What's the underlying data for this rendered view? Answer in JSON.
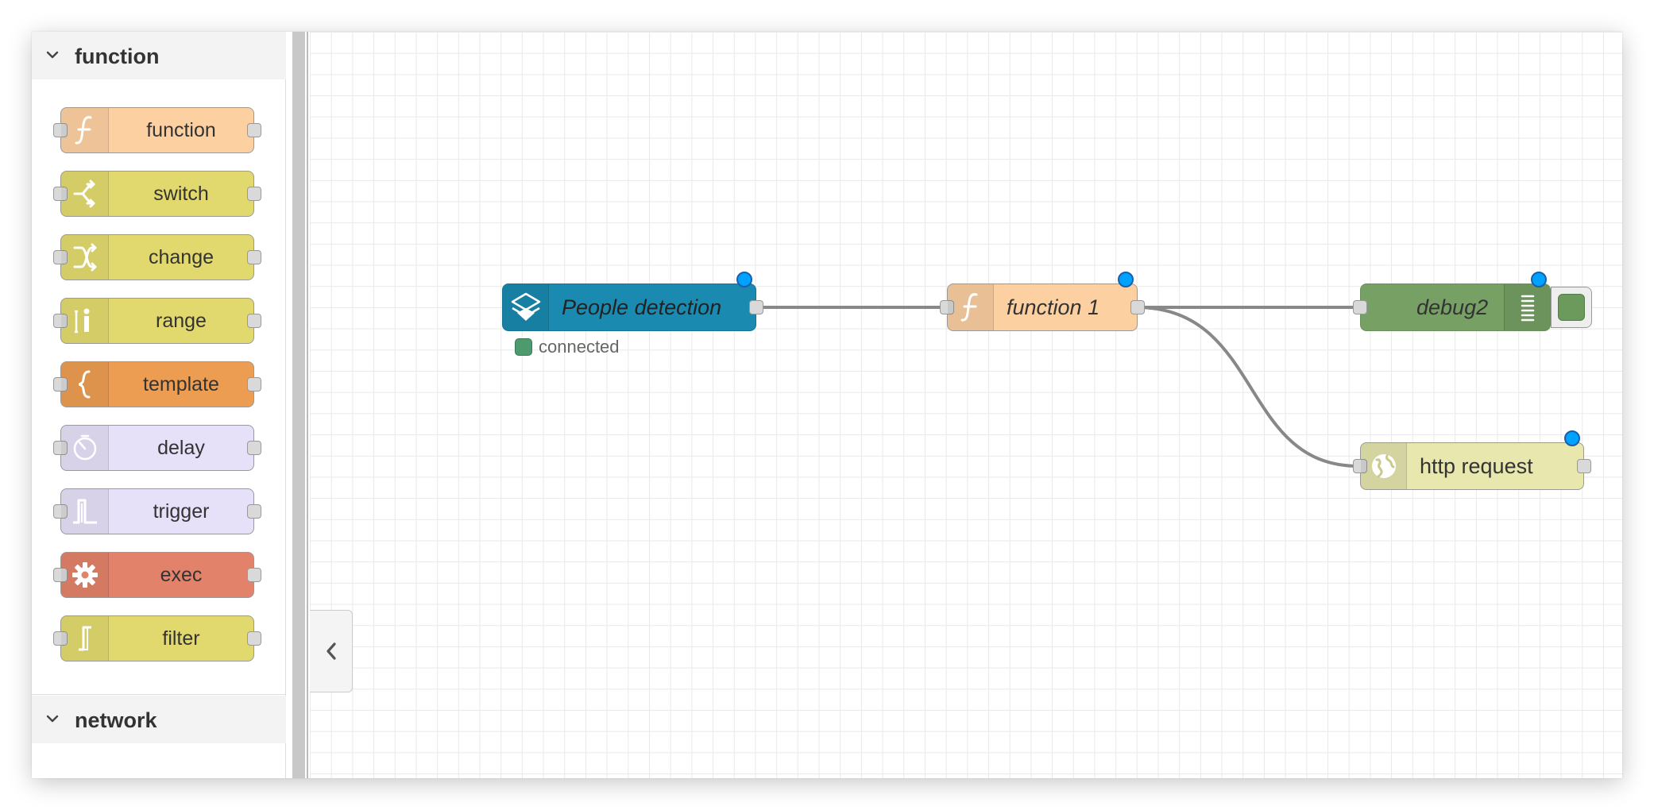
{
  "palette": {
    "category_function": "function",
    "category_network": "network",
    "nodes": [
      {
        "label": "function",
        "icon": "function-icon",
        "color": "#fdd0a2"
      },
      {
        "label": "switch",
        "icon": "switch-icon",
        "color": "#e2d96e"
      },
      {
        "label": "change",
        "icon": "change-icon",
        "color": "#e2d96e"
      },
      {
        "label": "range",
        "icon": "range-icon",
        "color": "#e2d96e"
      },
      {
        "label": "template",
        "icon": "template-icon",
        "color": "#ec9d52"
      },
      {
        "label": "delay",
        "icon": "delay-icon",
        "color": "#e6e0f8"
      },
      {
        "label": "trigger",
        "icon": "trigger-icon",
        "color": "#e6e0f8"
      },
      {
        "label": "exec",
        "icon": "gear-icon",
        "color": "#e2826a"
      },
      {
        "label": "filter",
        "icon": "filter-icon",
        "color": "#e2d96e"
      }
    ]
  },
  "flow": {
    "people_detection": {
      "label": "People detection",
      "color": "#1a8ab0",
      "status": "connected",
      "status_color": "#4c9a6e"
    },
    "function1": {
      "label": "function 1",
      "color": "#fdd0a2"
    },
    "debug2": {
      "label": "debug2",
      "color": "#77a064"
    },
    "http_request": {
      "label": "http request",
      "color": "#e7e7ae"
    }
  },
  "colors": {
    "changed_indicator": "#00a2ff",
    "wire": "#888888"
  }
}
